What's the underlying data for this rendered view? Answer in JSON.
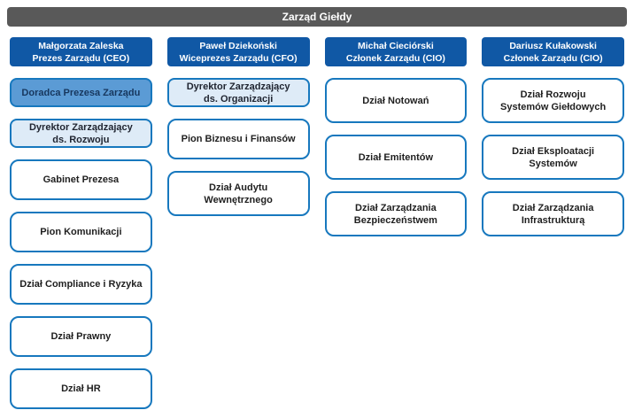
{
  "title": "Zarząd Giełdy",
  "colors": {
    "top_bar_bg": "#595959",
    "header_bg": "#1058A5",
    "box_border": "#1778BE",
    "highlight_bg": "#5B9BD5",
    "light_bg": "#DEEBF7",
    "text_dark": "#1f1f1f",
    "text_white": "#ffffff"
  },
  "columns": [
    {
      "head": {
        "name": "Małgorzata Zaleska",
        "role": "Prezes Zarządu (CEO)"
      },
      "items": [
        {
          "label": "Doradca Prezesa Zarządu",
          "variant": "highlight"
        },
        {
          "label": "Dyrektor Zarządzający\nds. Rozwoju",
          "variant": "light"
        },
        {
          "label": "Gabinet Prezesa",
          "variant": "plain"
        },
        {
          "label": "Pion Komunikacji",
          "variant": "plain"
        },
        {
          "label": "Dział Compliance i Ryzyka",
          "variant": "plain"
        },
        {
          "label": "Dział Prawny",
          "variant": "plain"
        },
        {
          "label": "Dział HR",
          "variant": "plain"
        }
      ]
    },
    {
      "head": {
        "name": "Paweł Dziekoński",
        "role": "Wiceprezes Zarządu (CFO)"
      },
      "items": [
        {
          "label": "Dyrektor Zarządzający\nds. Organizacji",
          "variant": "light"
        },
        {
          "label": "Pion Biznesu i Finansów",
          "variant": "plain"
        },
        {
          "label": "Dział Audytu\nWewnętrznego",
          "variant": "plain"
        }
      ]
    },
    {
      "head": {
        "name": "Michał Cieciórski",
        "role": "Członek Zarządu (CIO)"
      },
      "items": [
        {
          "label": "Dział Notowań",
          "variant": "plain"
        },
        {
          "label": "Dział Emitentów",
          "variant": "plain"
        },
        {
          "label": "Dział Zarządzania\nBezpieczeństwem",
          "variant": "plain"
        }
      ]
    },
    {
      "head": {
        "name": "Dariusz Kułakowski",
        "role": "Członek Zarządu (CIO)"
      },
      "items": [
        {
          "label": "Dział Rozwoju\nSystemów Giełdowych",
          "variant": "plain"
        },
        {
          "label": "Dział Eksploatacji\nSystemów",
          "variant": "plain"
        },
        {
          "label": "Dział Zarządzania\nInfrastrukturą",
          "variant": "plain"
        }
      ]
    }
  ]
}
